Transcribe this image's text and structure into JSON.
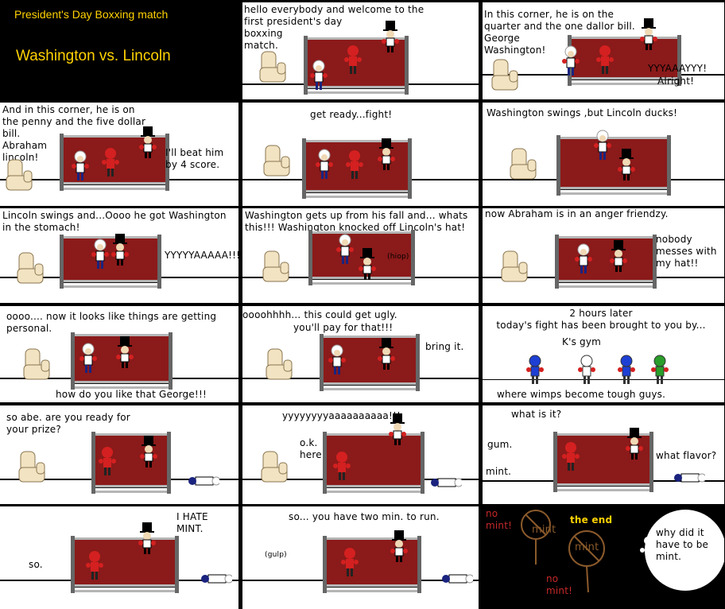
{
  "title": {
    "line1": "President's Day Boxxing match",
    "line2": "Washington vs. Lincoln"
  },
  "panels": {
    "p2": "hello everybody and welcome to the\nfirst president's day\nboxxing\nmatch.",
    "p3a": "In this corner, he is on the\nquarter and the one dallor bill.\nGeorge\nWashington!",
    "p3b": "YYYAAAYYY!",
    "p3c": "Alright!",
    "p4a": "And in this corner, he is on\nthe penny and the five dollar\nbill.\nAbraham\nlincoln!",
    "p4b": "I'll beat him\nby 4 score.",
    "p5": "get ready...fight!",
    "p6": "Washington swings ,but Lincoln ducks!",
    "p7a": "Lincoln swings and...Oooo he got Washington\nin the stomach!",
    "p7b": "YYYYYAAAAA!!!",
    "p8a": "Washington gets up from his fall and... whats\nthis!!! Washington knocked off Lincoln's hat!",
    "p8b": "(hiop)",
    "p9a": "now Abraham is in an anger friendzy.",
    "p9b": "nobody\nmesses with\nmy hat!!",
    "p10a": "oooo.... now it looks like things are getting\npersonal.",
    "p10b": "how do you like that George!!!",
    "p11a": "oooohhhh... this could get ugly.",
    "p11b": "you'll pay for that!!!",
    "p11c": "bring it.",
    "p12a": "2 hours later\ntoday's fight has been brought to you by...",
    "p12b": "K's gym",
    "p12c": "where wimps become tough guys.",
    "p13": "so abe. are you ready for\nyour prize?",
    "p14a": "yyyyyyyyaaaaaaaaaa!!!",
    "p14b": "o.k.\nhere.",
    "p15a": "what is it?",
    "p15b": "gum.",
    "p15c": "what flavor?",
    "p15d": "mint.",
    "p16a": "I HATE\nMINT.",
    "p16b": "so.",
    "p17a": "so... you have two min. to run.",
    "p17b": "(gulp)",
    "p18a": "no\nmint!",
    "p18b": "mint",
    "p18c": "the end",
    "p18d": "mint",
    "p18e": "no\nmint!",
    "p18f": "why did it\nhave to be\nmint."
  },
  "colors": {
    "ring": "#8b1a1a",
    "title": "#ffd200",
    "robot": "#d42020",
    "chair": "#f2e3c2"
  }
}
